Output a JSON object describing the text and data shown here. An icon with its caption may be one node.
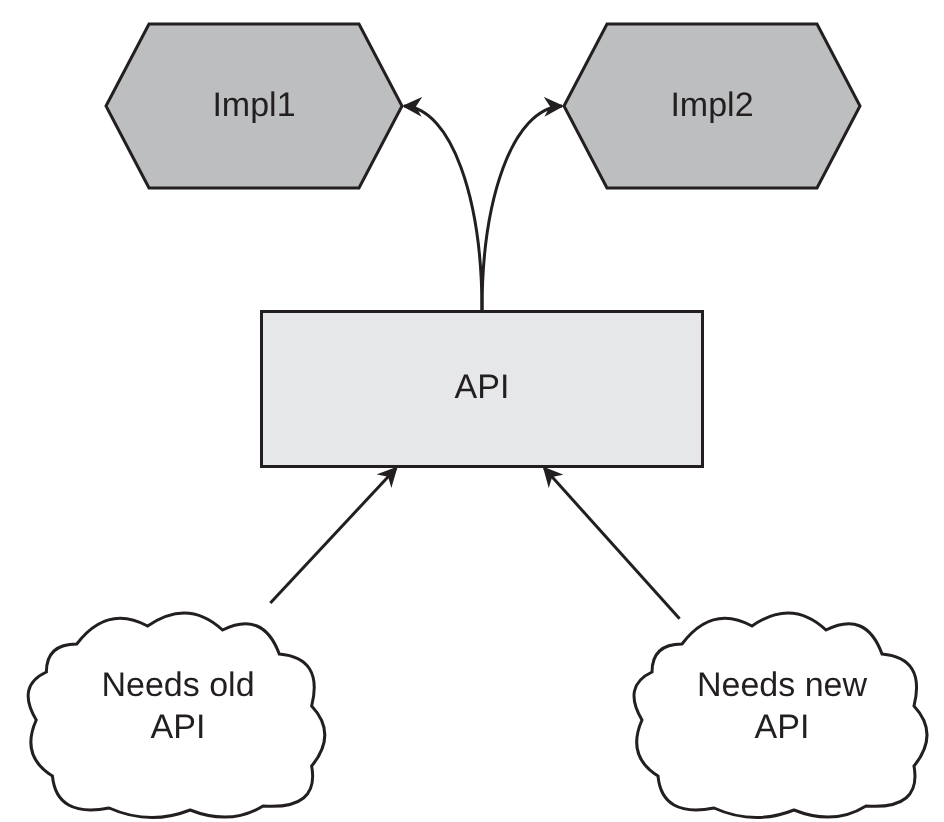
{
  "diagram": {
    "nodes": [
      {
        "text": [
          "Impl1"
        ]
      },
      {
        "text": [
          "Impl2"
        ]
      },
      {
        "text": [
          "API"
        ]
      },
      {
        "text": [
          "Needs old API"
        ]
      },
      {
        "text": [
          "Needs new API"
        ]
      }
    ],
    "edges": [
      {
        "from": 2,
        "to": 0,
        "arrow": "to"
      },
      {
        "from": 2,
        "to": 1,
        "arrow": "to"
      },
      {
        "from": 3,
        "to": 2,
        "arrow": "to"
      },
      {
        "from": 4,
        "to": 2,
        "arrow": "to"
      }
    ]
  }
}
